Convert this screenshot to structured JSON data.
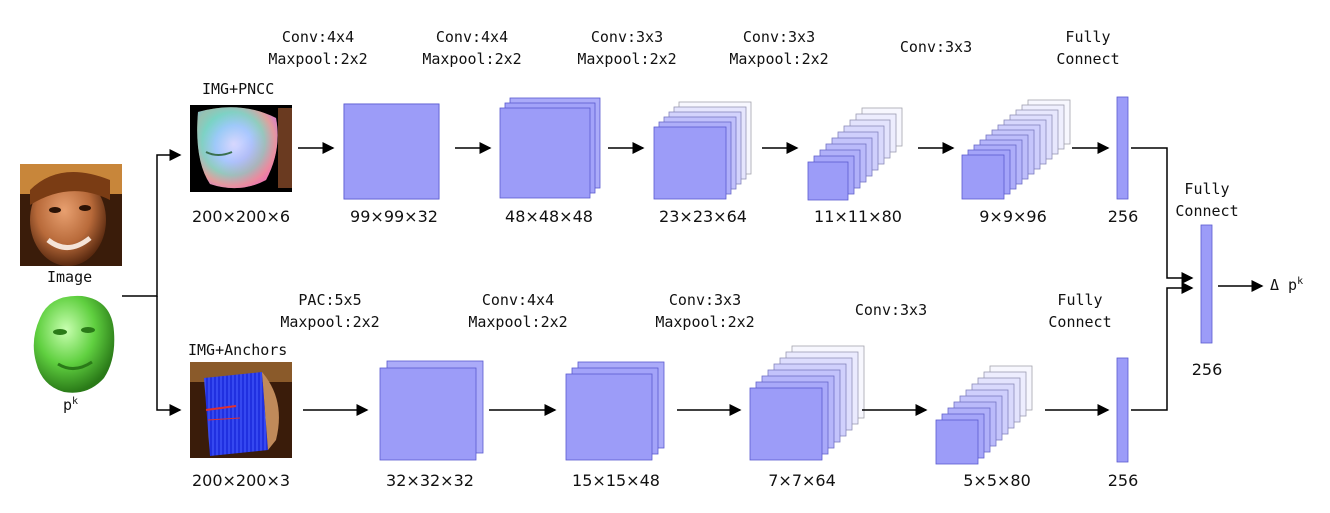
{
  "inputs": {
    "image_label": "Image",
    "pk_label": "p",
    "pk_sup": "k"
  },
  "top_branch": {
    "input_label": "IMG+PNCC",
    "input_dims": "200×200×6",
    "layers": [
      {
        "op1": "Conv:4x4",
        "op2": "Maxpool:2x2",
        "dims": "99×99×32",
        "stack": 2
      },
      {
        "op1": "Conv:4x4",
        "op2": "Maxpool:2x2",
        "dims": "48×48×48",
        "stack": 3
      },
      {
        "op1": "Conv:3x3",
        "op2": "Maxpool:2x2",
        "dims": "23×23×64",
        "stack": 6
      },
      {
        "op1": "Conv:3x3",
        "op2": "Maxpool:2x2",
        "dims": "11×11×80",
        "stack": 10
      },
      {
        "op1": "Conv:3x3",
        "op2": "",
        "dims": "9×9×96",
        "stack": 12
      }
    ],
    "fc": {
      "op1": "Fully",
      "op2": "Connect",
      "dims": "256"
    }
  },
  "bottom_branch": {
    "input_label": "IMG+Anchors",
    "input_dims": "200×200×3",
    "layers": [
      {
        "op1": "PAC:5x5",
        "op2": "Maxpool:2x2",
        "dims": "32×32×32",
        "stack": 2
      },
      {
        "op1": "Conv:4x4",
        "op2": "Maxpool:2x2",
        "dims": "15×15×48",
        "stack": 3
      },
      {
        "op1": "Conv:3x3",
        "op2": "Maxpool:2x2",
        "dims": "7×7×64",
        "stack": 8
      },
      {
        "op1": "Conv:3x3",
        "op2": "",
        "dims": "5×5×80",
        "stack": 10
      }
    ],
    "fc": {
      "op1": "Fully",
      "op2": "Connect",
      "dims": "256"
    }
  },
  "merge": {
    "op1": "Fully",
    "op2": "Connect",
    "dims": "256",
    "output_label": "Δ p",
    "output_sup": "k"
  },
  "colors": {
    "block_fill": "#9c9cf8",
    "block_stroke": "#5a5ad0",
    "fade_end": "#ffffff",
    "line": "#000000"
  }
}
